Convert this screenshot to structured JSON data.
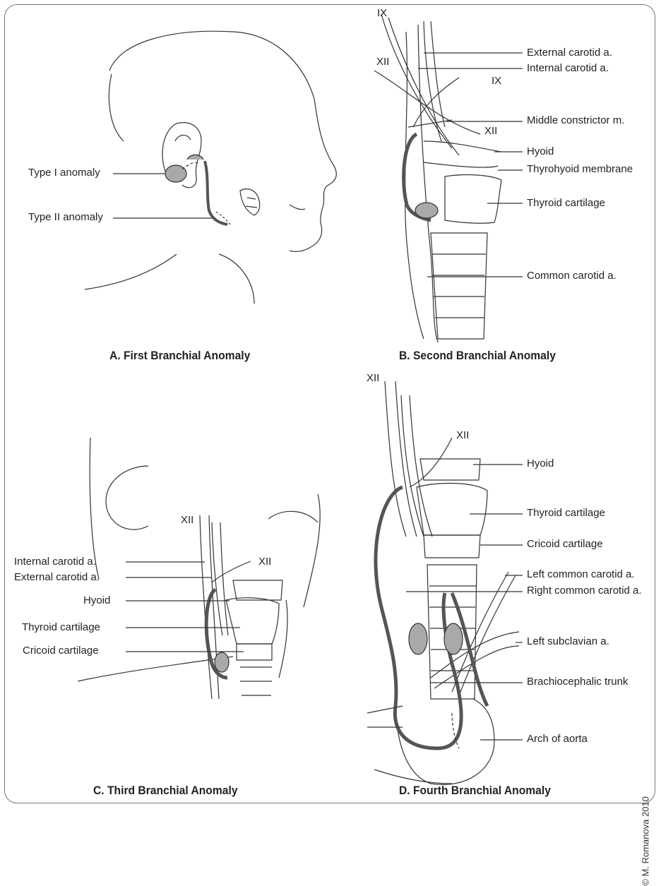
{
  "panels": {
    "a": {
      "caption": "A. First Branchial Anomaly",
      "labels": [
        "Type I anomaly",
        "Type II anomaly"
      ]
    },
    "b": {
      "caption": "B. Second Branchial Anomaly",
      "nerves": [
        "IX",
        "XII",
        "IX",
        "XII"
      ],
      "labels": [
        "External carotid a.",
        "Internal carotid a.",
        "Middle constrictor m.",
        "Hyoid",
        "Thyrohyoid membrane",
        "Thyroid cartilage",
        "Common carotid a."
      ]
    },
    "c": {
      "caption": "C. Third Branchial Anomaly",
      "nerves": [
        "XII",
        "XII"
      ],
      "labels": [
        "Internal carotid a.",
        "External carotid a.",
        "Hyoid",
        "Thyroid cartilage",
        "Cricoid cartilage"
      ]
    },
    "d": {
      "caption": "D. Fourth Branchial Anomaly",
      "nerves": [
        "XII",
        "XII"
      ],
      "labels": [
        "Hyoid",
        "Thyroid cartilage",
        "Cricoid cartilage",
        "Left common carotid a.",
        "Right common carotid a.",
        "Left subclavian a.",
        "Brachiocephalic trunk",
        "Arch of aorta"
      ]
    }
  },
  "copyright": "© M. Romanova 2010",
  "colors": {
    "anomaly_fill": "#a9a9a9",
    "line": "#333333",
    "frame": "#777777"
  }
}
